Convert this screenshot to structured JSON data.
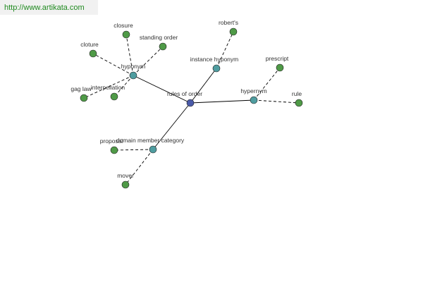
{
  "source_url": "http://www.artikata.com",
  "colors": {
    "edge": "#000000",
    "center_node": "#4a5aa8",
    "relation_node": "#4f9da0",
    "leaf_node": "#4f9a47",
    "node_stroke": "#222222"
  },
  "graph": {
    "center": "rules of order",
    "relations": [
      {
        "id": "hyponym",
        "label": "hyponym",
        "leaves": [
          "closure",
          "standing order",
          "cloture",
          "gag law",
          "interpellation"
        ]
      },
      {
        "id": "instance-hyponym",
        "label": "instance hyponym",
        "leaves": [
          "robert's"
        ]
      },
      {
        "id": "hypernym",
        "label": "hypernym",
        "leaves": [
          "prescript",
          "rule"
        ]
      },
      {
        "id": "domain-member-category",
        "label": "domain member category",
        "leaves": [
          "proposal",
          "mover"
        ]
      }
    ]
  }
}
